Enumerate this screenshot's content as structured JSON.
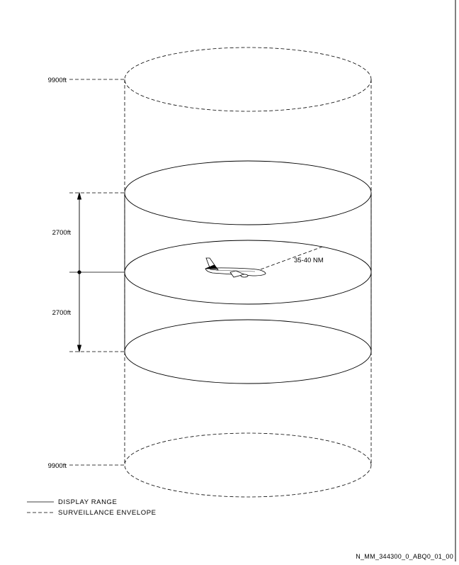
{
  "diagram": {
    "altitudes": {
      "top_limit": "9900ft",
      "bottom_limit": "9900ft",
      "upper_band": "2700ft",
      "lower_band": "2700ft"
    },
    "range_label": "35-40 NM",
    "legend": {
      "solid": "DISPLAY RANGE",
      "dashed": "SURVEILLANCE ENVELOPE"
    },
    "reference": "N_MM_344300_0_ABQ0_01_00"
  },
  "colors": {
    "line": "#000000",
    "background": "#ffffff"
  }
}
